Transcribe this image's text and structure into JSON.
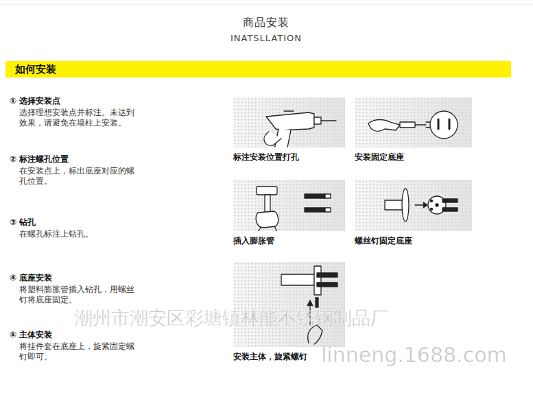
{
  "diagram": {
    "title": "商品安装",
    "nodes": [
      {
        "text": [
          "如何安装"
        ]
      },
      {
        "text": [
          "标注安装位置打孔"
        ]
      },
      {
        "text": [
          "安装固定底座"
        ]
      },
      {
        "text": [
          "插入膨胀管"
        ]
      },
      {
        "text": [
          "螺丝钉固定底座"
        ]
      },
      {
        "text": [
          "安装主体，旋紧螺钉"
        ]
      }
    ],
    "edges": [],
    "labels": [
      "INATSLLATION",
      "① 选择安装点",
      "选择理想安装点并标注。未达到效果，请避免在墙柱上安装。",
      "② 标注螺孔位置",
      "在安装点上，标出底座对应的螺孔位置。",
      "③ 钻孔",
      "在螺孔标注上钻孔。",
      "④ 底座安装",
      "将塑料膨胀管插入钻孔，用螺丝钉将底座固定。",
      "⑤ 主体安装",
      "将挂件套在底座上，旋紧固定螺钉即可。",
      "潮州市潮安区彩塘镇林能不锈钢制品厂",
      "linneng.1688.com"
    ]
  }
}
